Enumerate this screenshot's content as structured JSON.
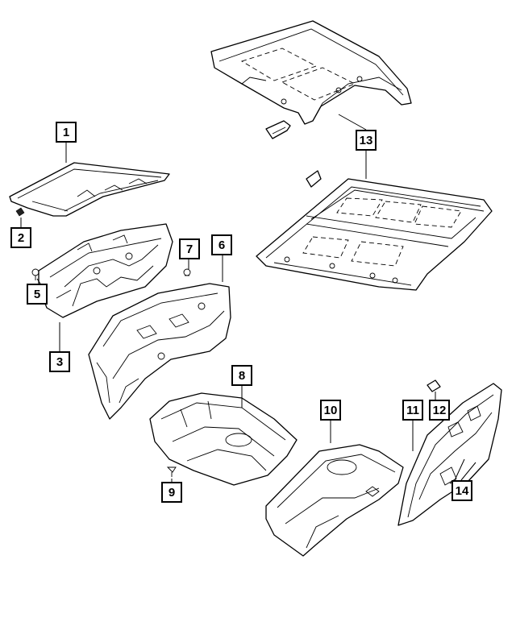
{
  "callouts": [
    {
      "id": "1",
      "label": "1"
    },
    {
      "id": "2",
      "label": "2"
    },
    {
      "id": "3",
      "label": "3"
    },
    {
      "id": "5",
      "label": "5"
    },
    {
      "id": "6",
      "label": "6"
    },
    {
      "id": "7",
      "label": "7"
    },
    {
      "id": "8",
      "label": "8"
    },
    {
      "id": "9",
      "label": "9"
    },
    {
      "id": "10",
      "label": "10"
    },
    {
      "id": "11",
      "label": "11"
    },
    {
      "id": "12",
      "label": "12"
    },
    {
      "id": "13",
      "label": "13"
    },
    {
      "id": "14",
      "label": "14"
    }
  ]
}
